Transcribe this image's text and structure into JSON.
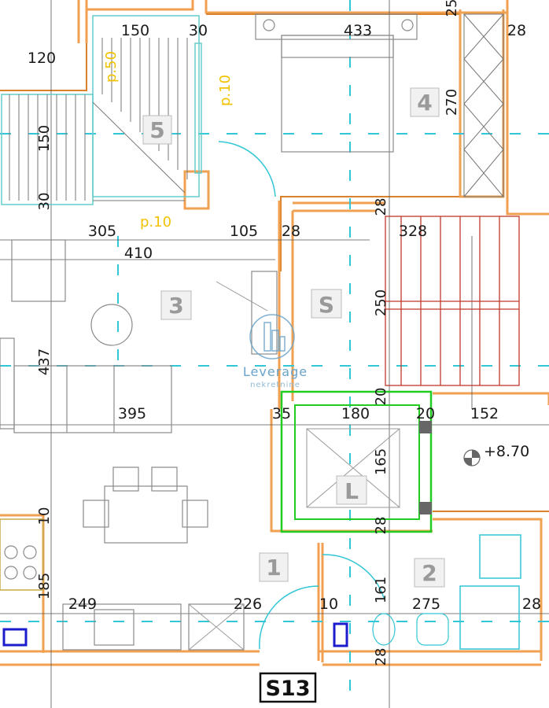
{
  "plan": {
    "rooms": [
      {
        "id": "room-1",
        "label": "1"
      },
      {
        "id": "room-2",
        "label": "2"
      },
      {
        "id": "room-3",
        "label": "3"
      },
      {
        "id": "room-4",
        "label": "4"
      },
      {
        "id": "room-5",
        "label": "5"
      },
      {
        "id": "room-s",
        "label": "S"
      },
      {
        "id": "room-l",
        "label": "L"
      }
    ],
    "dimensions": {
      "d150a": "150",
      "d30a": "30",
      "d433": "433",
      "d28a": "28",
      "d25": "25",
      "d120": "120",
      "d270": "270",
      "d150v": "150",
      "d30v": "30",
      "d305": "305",
      "d105": "105",
      "d28b": "28",
      "d28c": "28",
      "d328": "328",
      "d410": "410",
      "d250": "250",
      "d437": "437",
      "d395": "395",
      "d20a": "20",
      "d35": "35",
      "d180": "180",
      "d20b": "20",
      "d152": "152",
      "d165": "165",
      "d10a": "10",
      "d28d": "28",
      "d185": "185",
      "d161": "161",
      "d249": "249",
      "d226": "226",
      "d10b": "10",
      "d275": "275",
      "d28e": "28",
      "d28f": "28"
    },
    "notes": {
      "p50": "p.50",
      "p10a": "p.10",
      "p10b": "p.10"
    },
    "elevation": "+8.70",
    "apartment_tag": "S13",
    "watermark": {
      "name": "Leverage",
      "sub": "nekretnine"
    },
    "colors": {
      "wall_outer": "#f0a050",
      "wall_inner": "#d9822b",
      "axis": "#33c6d6",
      "elevator": "#22cc22",
      "stair": "#c0392b"
    }
  }
}
